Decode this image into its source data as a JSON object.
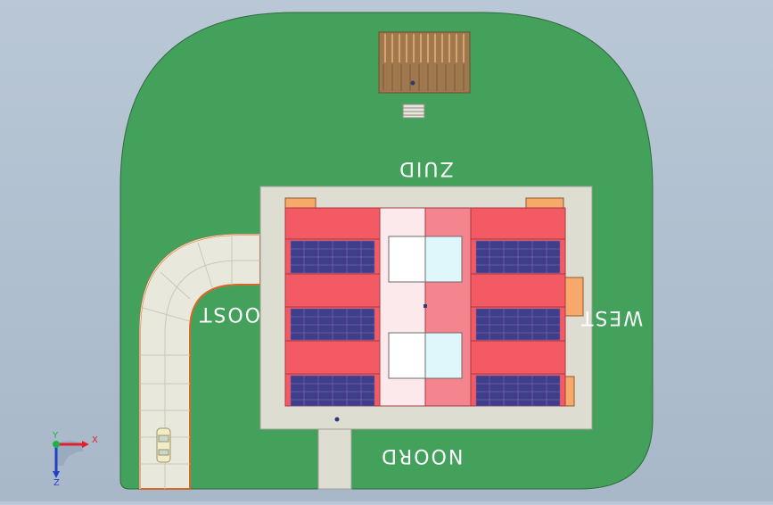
{
  "scene": {
    "compass_labels": {
      "south": "ZUID",
      "north": "NOORD",
      "east": "OOST",
      "west": "WEST"
    },
    "axis": {
      "x": "X",
      "y": "Y",
      "z": "Z"
    }
  },
  "colors": {
    "background": "#b5c4d4",
    "ground": "#43a15c",
    "pavement": "#deddd2",
    "building_red": "#f45a64",
    "building_pink": "#fbe9ec",
    "building_pink_dark": "#f4848e",
    "glass": "#dff7fb",
    "solar_panel": "#3d3f8a",
    "accent_orange": "#f7a96a",
    "deck_wood": "#a0784e"
  }
}
